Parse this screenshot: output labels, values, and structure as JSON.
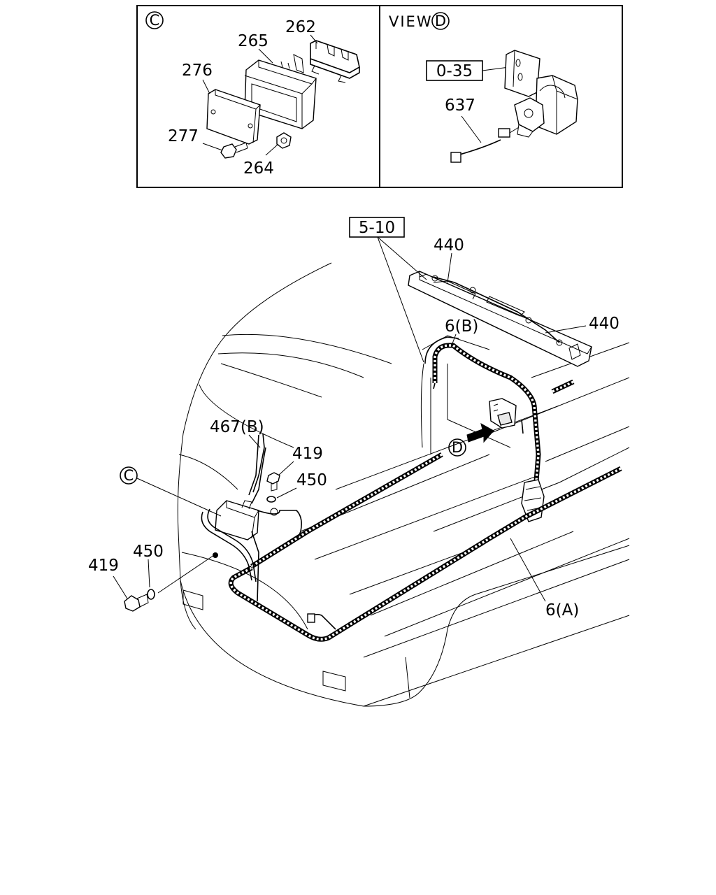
{
  "inset_c": {
    "marker": "C",
    "labels": {
      "p262": "262",
      "p265": "265",
      "p276": "276",
      "p277": "277",
      "p264": "264"
    }
  },
  "inset_d": {
    "view_text": "VIEW",
    "marker": "D",
    "ref_box": "0-35",
    "labels": {
      "p637": "637"
    }
  },
  "main": {
    "ref_box": "5-10",
    "labels": {
      "p440_top": "440",
      "p440_right": "440",
      "p6b": "6(B)",
      "p467b": "467(B)",
      "p419_top": "419",
      "p450_top": "450",
      "p450_left": "450",
      "p419_left": "419",
      "p6a": "6(A)"
    },
    "marker_c": "C",
    "marker_d": "D"
  }
}
